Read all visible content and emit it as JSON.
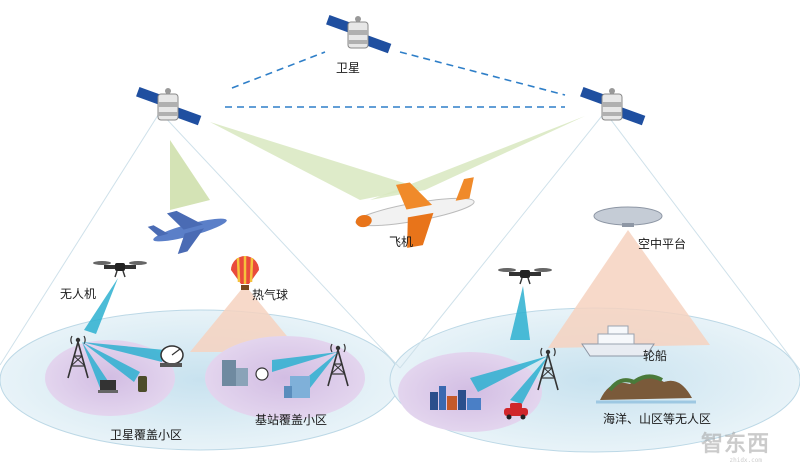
{
  "labels": {
    "satellite": "卫星",
    "airplane": "飞机",
    "drone": "无人机",
    "balloon": "热气球",
    "air_platform": "空中平台",
    "ship": "轮船",
    "sat_cell": "卫星覆盖小区",
    "bs_cell": "基站覆盖小区",
    "remote_area": "海洋、山区等无人区"
  },
  "watermark": {
    "text": "智东西",
    "sub": "zhidx.com"
  },
  "colors": {
    "cell_outer": "#d6eaf3",
    "cell_inner": "#d9c6e6",
    "beam_sat": "#cfe0ad",
    "beam_cone": "#f6d2c0",
    "beam_link": "#2db0d0",
    "dash_link": "#2f7fc8"
  }
}
